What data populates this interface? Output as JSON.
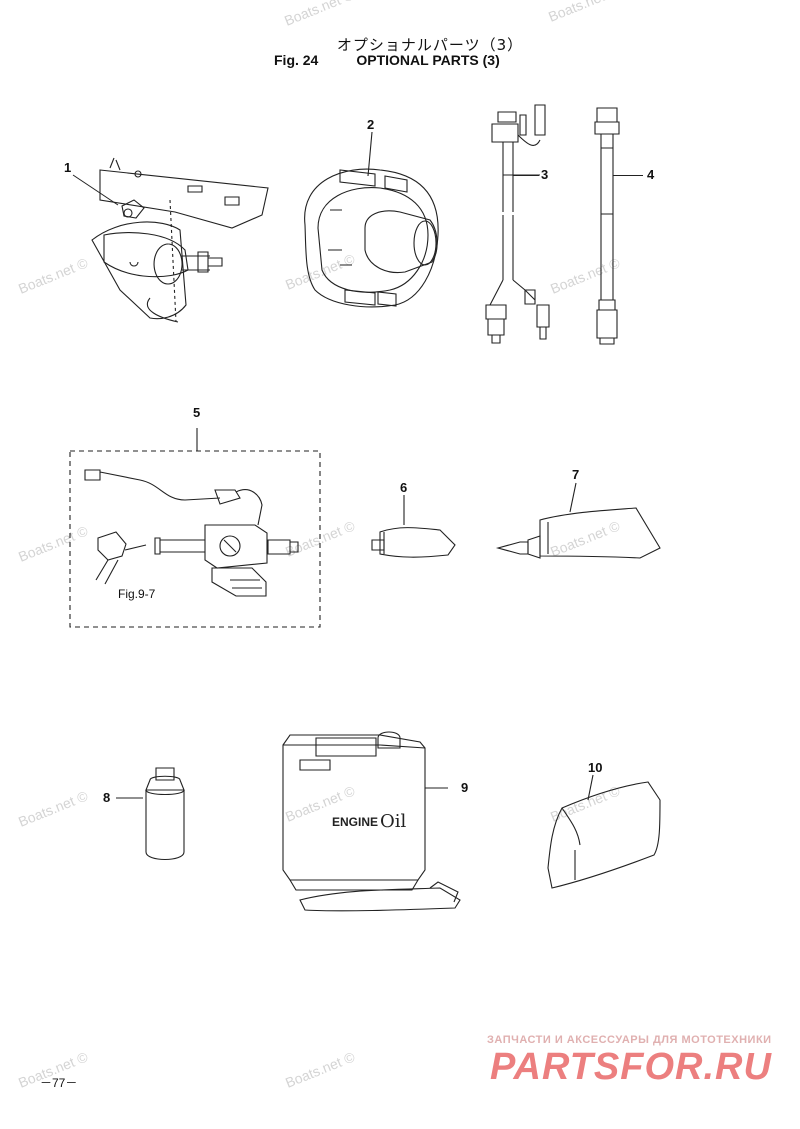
{
  "header": {
    "title_jp": "オプショナルパーツ（3）",
    "fig_number": "Fig. 24",
    "fig_title": "OPTIONAL PARTS (3)"
  },
  "callouts": [
    "1",
    "2",
    "3",
    "4",
    "5",
    "6",
    "7",
    "8",
    "9",
    "10"
  ],
  "figure_ref": "Fig.9-7",
  "engine_label": "ENGINE",
  "engine_label_oil": "Oil",
  "watermark": "Boats.net ©",
  "page_number": "－77－",
  "ad": {
    "tagline": "ЗАПЧАСТИ И АКСЕССУАРЫ ДЛЯ МОТОТЕХНИКИ",
    "logo": "PARTSFOR.RU"
  }
}
